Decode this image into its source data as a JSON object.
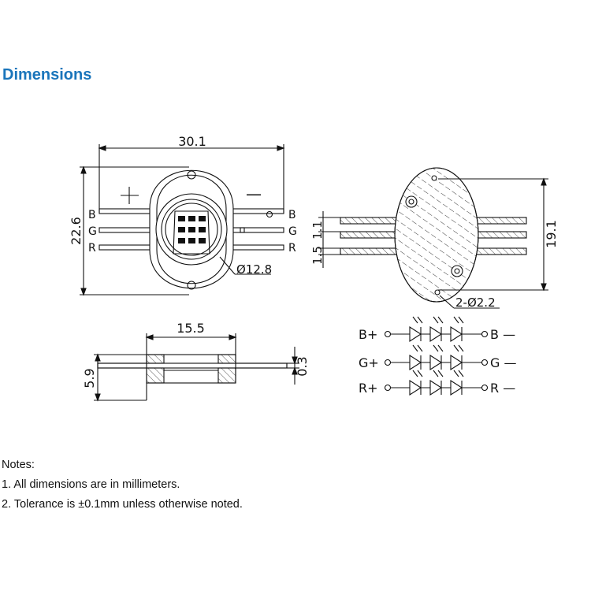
{
  "heading": "Dimensions",
  "top_view": {
    "width_dim": "30.1",
    "height_dim": "22.6",
    "diameter_dim": "Ø12.8",
    "plus_sign": "+",
    "minus_sign": "—",
    "left_pins": [
      "B",
      "G",
      "R"
    ],
    "right_pins": [
      "B",
      "G",
      "R"
    ]
  },
  "side_view": {
    "width_dim": "15.5",
    "height_dim": "5.9",
    "thickness_dim": "0.3"
  },
  "back_view": {
    "height_dim": "19.1",
    "pitch_dims": [
      "1.1",
      "1.5"
    ],
    "hole_dim": "2-Ø2.2"
  },
  "schematic": {
    "rows": [
      {
        "left": "B+",
        "right": "B —"
      },
      {
        "left": "G+",
        "right": "G —"
      },
      {
        "left": "R+",
        "right": "R —"
      }
    ]
  },
  "notes": {
    "title": "Notes:",
    "items": [
      "1. All dimensions are in millimeters.",
      "2. Tolerance is ±0.1mm unless otherwise noted."
    ]
  }
}
